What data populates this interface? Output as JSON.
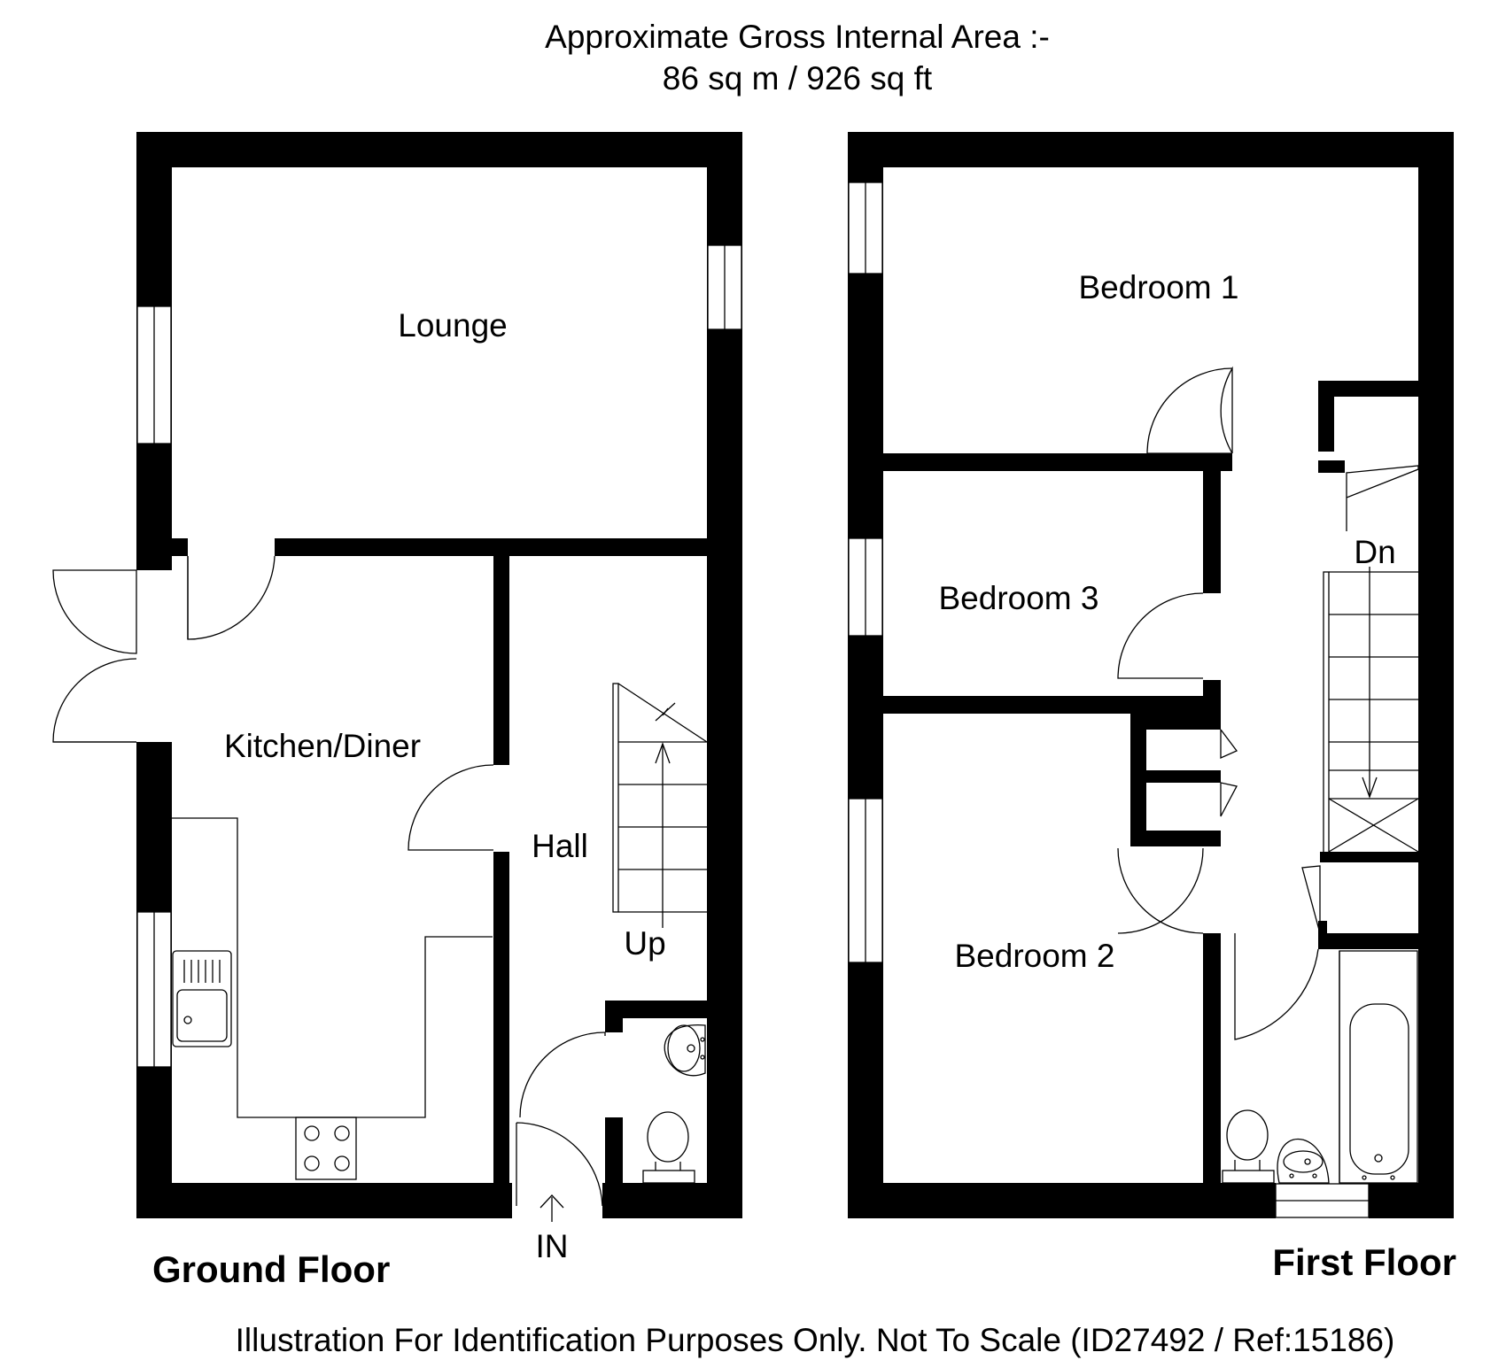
{
  "header": {
    "line1": "Approximate Gross Internal Area :-",
    "line2": "86 sq m /  926 sq ft"
  },
  "ground_floor": {
    "label": "Ground Floor",
    "rooms": {
      "lounge": "Lounge",
      "kitchen_diner": "Kitchen/Diner",
      "hall": "Hall"
    },
    "stairs_label": "Up",
    "entrance_label": "IN"
  },
  "first_floor": {
    "label": "First Floor",
    "rooms": {
      "bedroom1": "Bedroom 1",
      "bedroom2": "Bedroom 2",
      "bedroom3": "Bedroom 3"
    },
    "stairs_label": "Dn"
  },
  "footer": {
    "text": "Illustration For Identification Purposes Only. Not To Scale (ID27492 / Ref:15186)"
  }
}
